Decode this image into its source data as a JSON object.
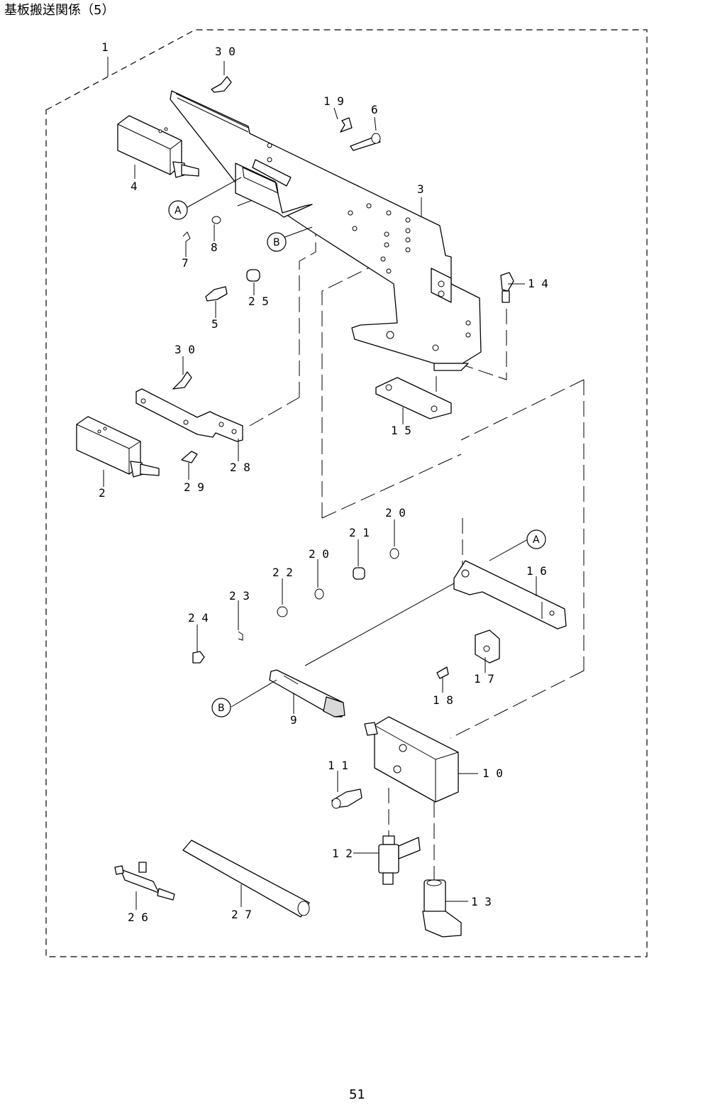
{
  "page": {
    "title": "基板搬送関係（5）",
    "page_number": "51"
  },
  "callouts": [
    {
      "id": "1",
      "label": "1"
    },
    {
      "id": "30a",
      "label": "3 0"
    },
    {
      "id": "19",
      "label": "1 9"
    },
    {
      "id": "6",
      "label": "6"
    },
    {
      "id": "4",
      "label": "4"
    },
    {
      "id": "3",
      "label": "3"
    },
    {
      "id": "8",
      "label": "8"
    },
    {
      "id": "7",
      "label": "7"
    },
    {
      "id": "25",
      "label": "2 5"
    },
    {
      "id": "5",
      "label": "5"
    },
    {
      "id": "14",
      "label": "1 4"
    },
    {
      "id": "30b",
      "label": "3 0"
    },
    {
      "id": "15",
      "label": "1 5"
    },
    {
      "id": "28",
      "label": "2 8"
    },
    {
      "id": "2",
      "label": "2"
    },
    {
      "id": "29",
      "label": "2 9"
    },
    {
      "id": "20a",
      "label": "2 0"
    },
    {
      "id": "21",
      "label": "2 1"
    },
    {
      "id": "20b",
      "label": "2 0"
    },
    {
      "id": "22",
      "label": "2 2"
    },
    {
      "id": "16",
      "label": "1 6"
    },
    {
      "id": "23",
      "label": "2 3"
    },
    {
      "id": "24",
      "label": "2 4"
    },
    {
      "id": "17",
      "label": "1 7"
    },
    {
      "id": "18",
      "label": "1 8"
    },
    {
      "id": "9",
      "label": "9"
    },
    {
      "id": "11",
      "label": "1 1"
    },
    {
      "id": "10",
      "label": "1 0"
    },
    {
      "id": "12",
      "label": "1 2"
    },
    {
      "id": "13",
      "label": "1 3"
    },
    {
      "id": "26",
      "label": "2 6"
    },
    {
      "id": "27",
      "label": "2 7"
    }
  ],
  "reference_markers": {
    "a1": "A",
    "b1": "B",
    "a2": "A",
    "b2": "B"
  }
}
